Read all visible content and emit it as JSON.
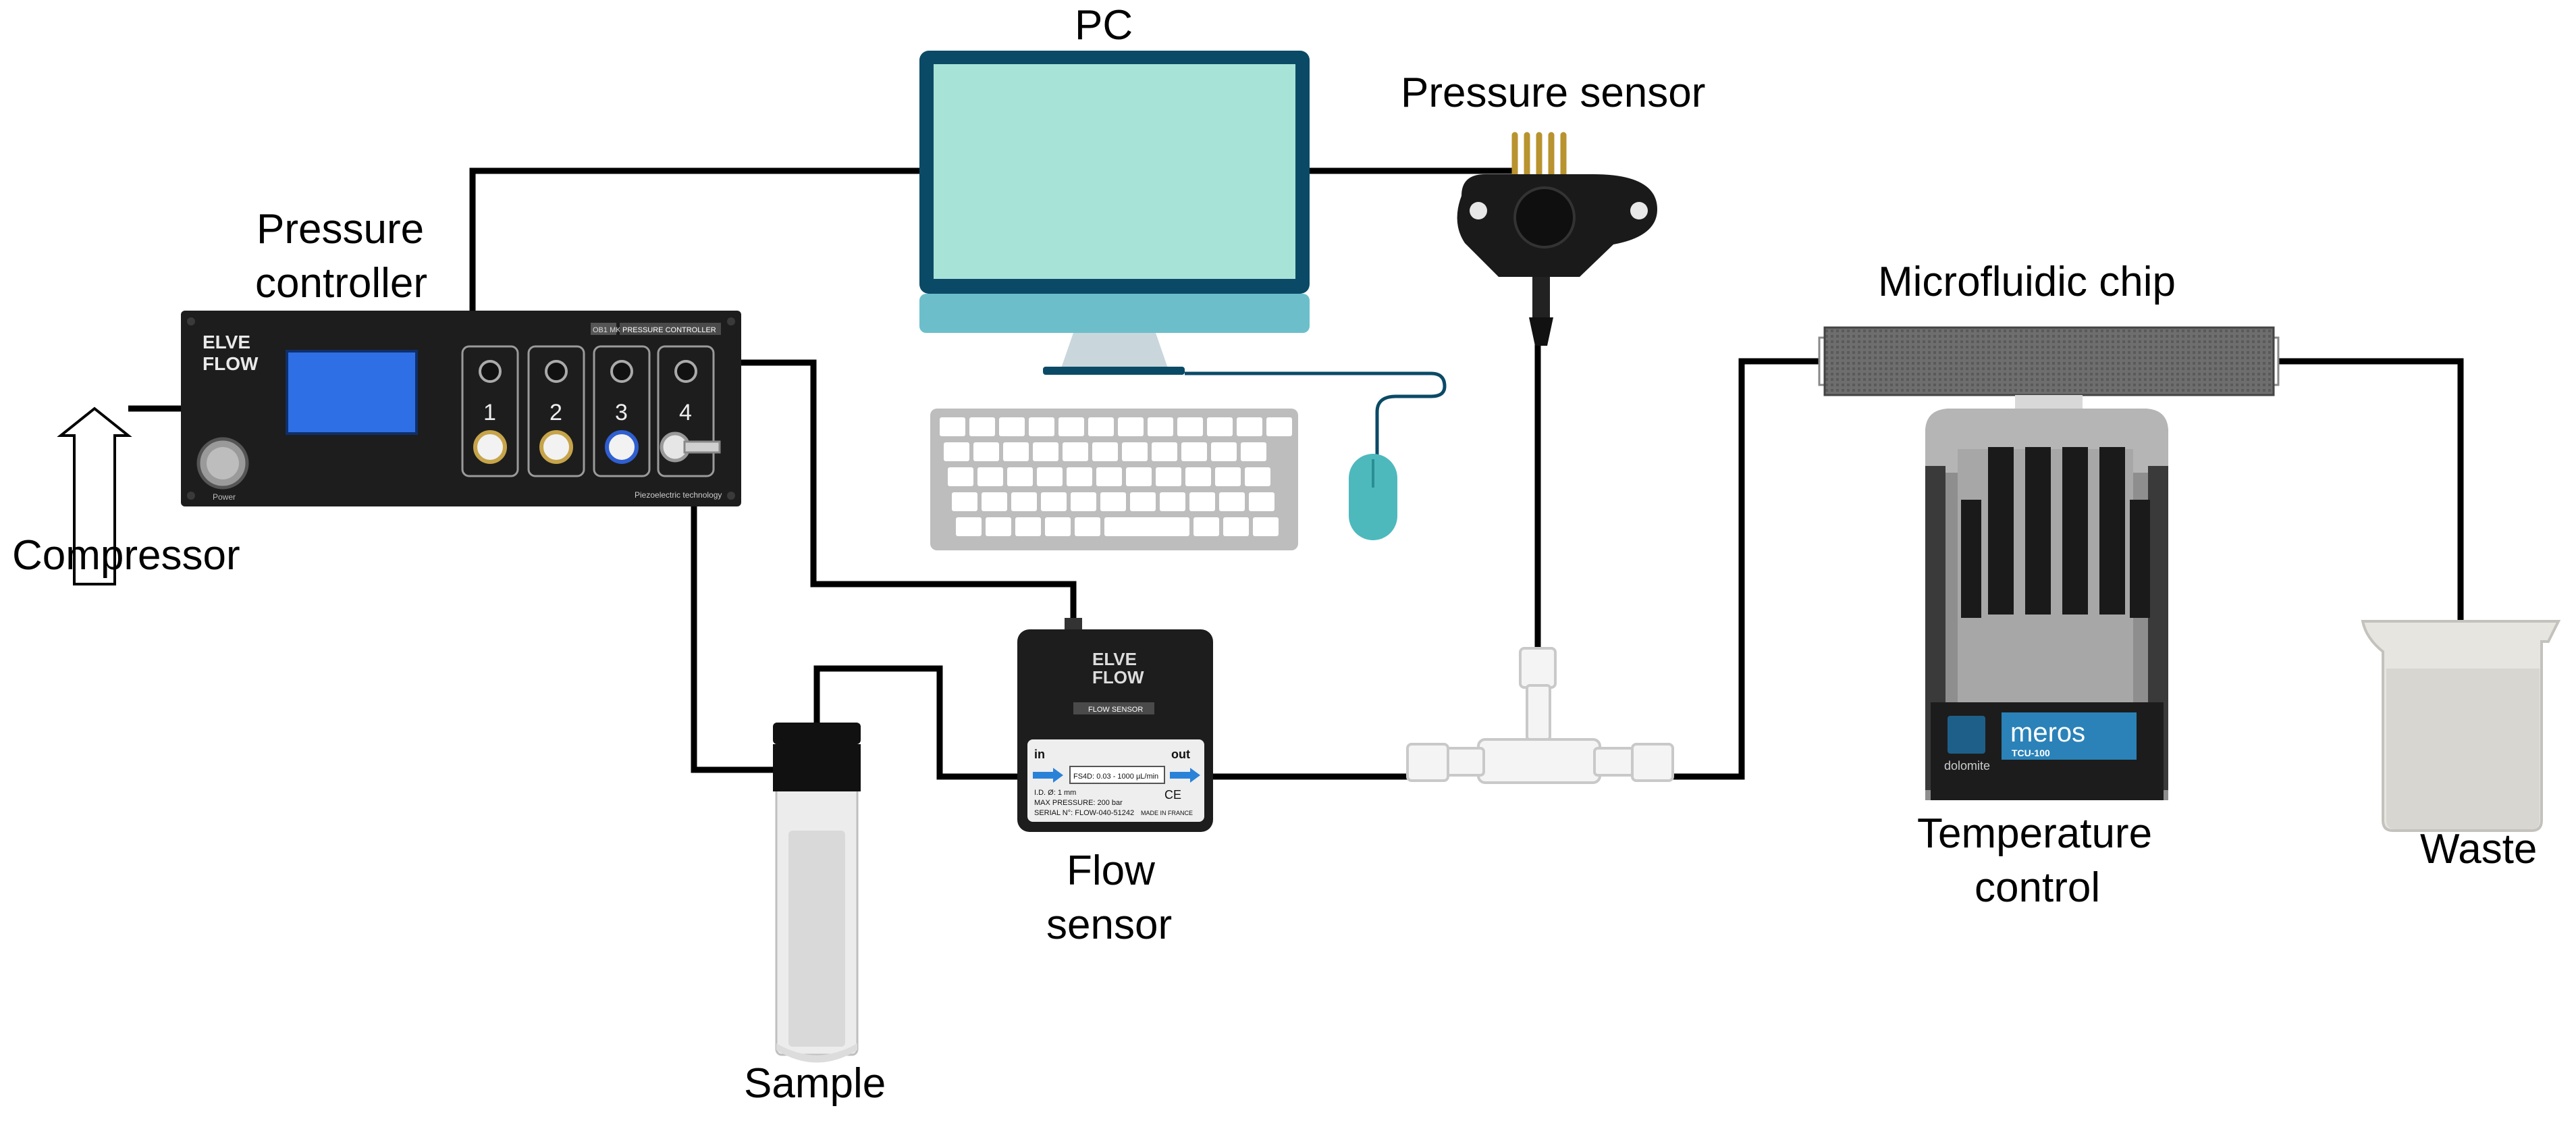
{
  "labels": {
    "pc": "PC",
    "pressure_sensor": "Pressure sensor",
    "pressure_controller_1": "Pressure",
    "pressure_controller_2": "controller",
    "compressor": "Compressor",
    "microfluidic_chip": "Microfluidic chip",
    "temperature_control_1": "Temperature",
    "temperature_control_2": "control",
    "waste": "Waste",
    "flow_sensor_1": "Flow",
    "flow_sensor_2": "sensor",
    "sample": "Sample"
  },
  "controller": {
    "logo_1": "ELVE",
    "logo_2": "FLOW",
    "model_tag": "OB1 MK3+",
    "title_tag": "PRESSURE CONTROLLER",
    "channels": [
      "1",
      "2",
      "3",
      "4"
    ],
    "power_label": "Power",
    "tech_label": "Piezoelectric technology"
  },
  "flow_sensor_device": {
    "logo_1": "ELVE",
    "logo_2": "FLOW",
    "tag": "FLOW SENSOR",
    "in": "in",
    "out": "out",
    "range": "FS4D: 0.03 - 1000 µL/min",
    "line1": "I.D. Ø: 1 mm",
    "line2": "MAX PRESSURE: 200 bar",
    "line3": "SERIAL N°: FLOW-040-51242",
    "ce": "CE",
    "made_in": "MADE IN FRANCE"
  },
  "tcu": {
    "brand": "meros",
    "model": "TCU-100",
    "maker": "dolomite"
  },
  "colors": {
    "monitor_frame": "#0b4a66",
    "monitor_screen": "#a8e3d8",
    "monitor_stand": "#6cbfca",
    "device_body": "#1d1d1d",
    "lcd": "#2f6fe6",
    "tcu_badge": "#2a82b8",
    "mouse": "#4db9bd",
    "wire": "#000000"
  }
}
